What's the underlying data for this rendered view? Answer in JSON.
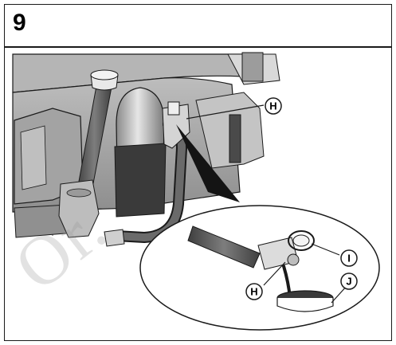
{
  "figure": {
    "step_number": "9",
    "callouts": {
      "h_top": "H",
      "i": "I",
      "h_bottom": "H",
      "j": "J"
    },
    "watermark": "Or."
  },
  "colors": {
    "line": "#1a1a1a",
    "engine_light": "#cfcfcf",
    "engine_mid": "#a9a9a9",
    "engine_dark": "#6f6f6f",
    "hose": "#5a5a5a",
    "oil": "#3a3a3a"
  }
}
